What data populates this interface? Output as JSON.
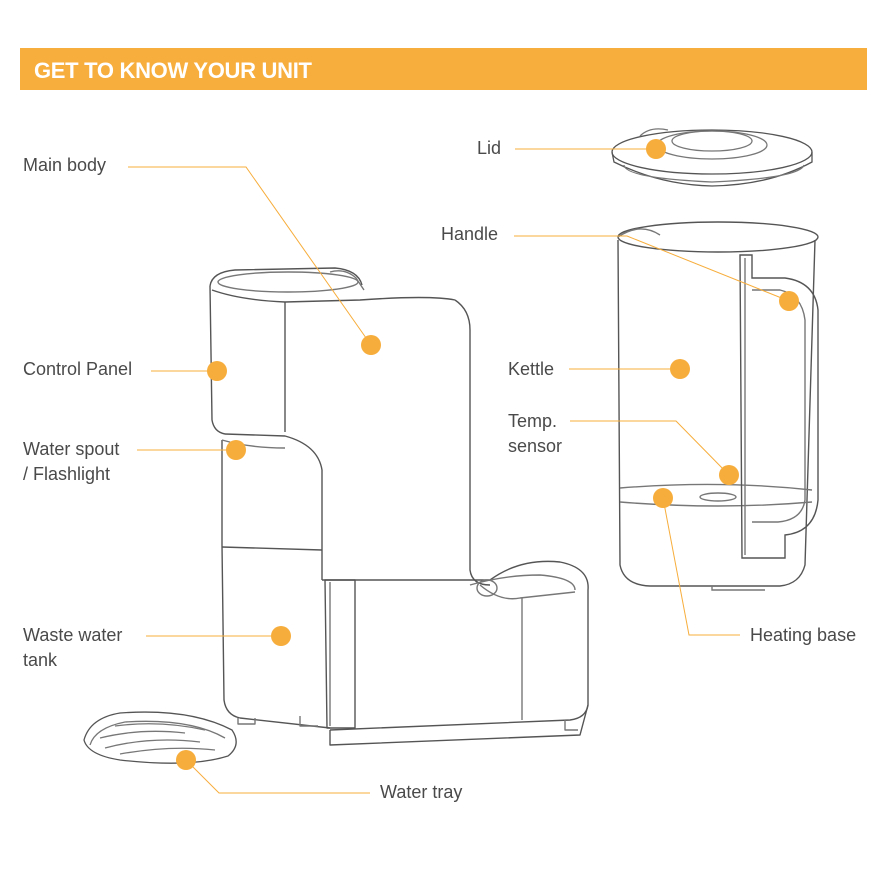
{
  "header": {
    "title": "GET TO KNOW YOUR UNIT"
  },
  "labels": {
    "main_body": "Main body",
    "control_panel": "Control Panel",
    "water_spout_line1": "Water spout",
    "water_spout_line2": "/ Flashlight",
    "waste_tank_line1": "Waste water",
    "waste_tank_line2": "tank",
    "water_tray": "Water tray",
    "lid": "Lid",
    "handle": "Handle",
    "kettle": "Kettle",
    "temp_sensor_line1": "Temp.",
    "temp_sensor_line2": "sensor",
    "heating_base": "Heating base"
  },
  "colors": {
    "accent": "#f8ae3c",
    "marker": "#f7ad3b",
    "outline": "#555555",
    "text": "#4a4a4a"
  }
}
